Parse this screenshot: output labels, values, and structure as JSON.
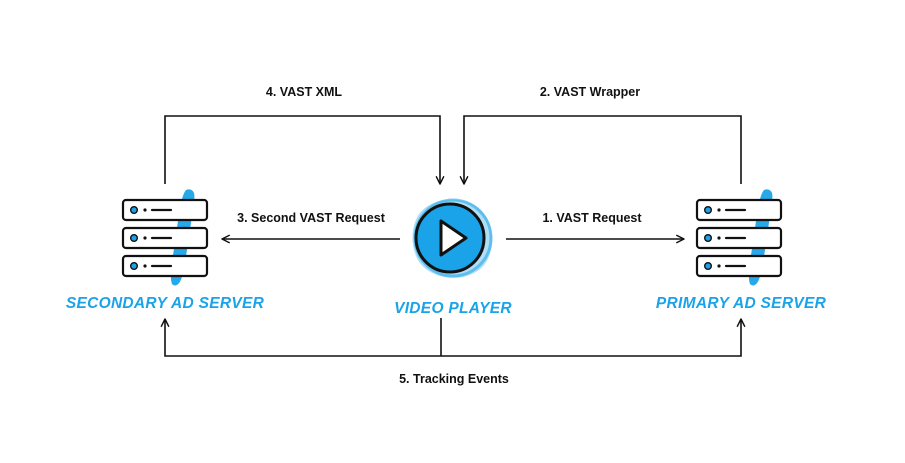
{
  "colors": {
    "accent": "#1aa3e8",
    "line": "#111111",
    "background": "#ffffff"
  },
  "nodes": {
    "secondary": {
      "label": "SECONDARY AD SERVER",
      "icon": "server-icon"
    },
    "player": {
      "label": "VIDEO PLAYER",
      "icon": "play-icon"
    },
    "primary": {
      "label": "PRIMARY AD SERVER",
      "icon": "server-icon"
    }
  },
  "flows": {
    "step1": "1. VAST Request",
    "step2": "2. VAST Wrapper",
    "step3": "3. Second VAST Request",
    "step4": "4. VAST XML",
    "step5": "5. Tracking Events"
  }
}
